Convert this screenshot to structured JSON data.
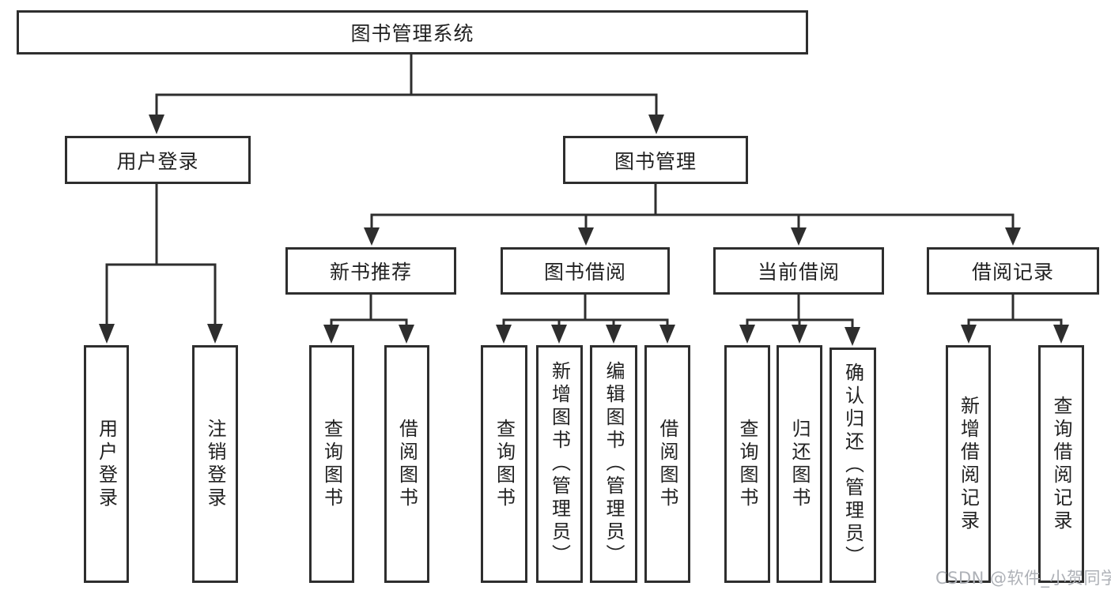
{
  "title": "图书管理系统",
  "level2": [
    "用户登录",
    "图书管理"
  ],
  "level3": [
    "新书推荐",
    "图书借阅",
    "当前借阅",
    "借阅记录"
  ],
  "leaves": {
    "login": [
      "用户登录",
      "注销登录"
    ],
    "recommend": [
      "查询图书",
      "借阅图书"
    ],
    "borrow": [
      "查询图书",
      "新增图书（管理员）",
      "编辑图书（管理员）",
      "借阅图书"
    ],
    "current": [
      "查询图书",
      "归还图书",
      "确认归还（管理员）"
    ],
    "records": [
      "新增借阅记录",
      "查询借阅记录"
    ]
  },
  "watermark": "CSDN @软件_小贺同学",
  "palette": {
    "line": "#2e2e2e",
    "text": "#222222",
    "background": "#ffffff",
    "watermark_color": "#aeb1b7"
  }
}
